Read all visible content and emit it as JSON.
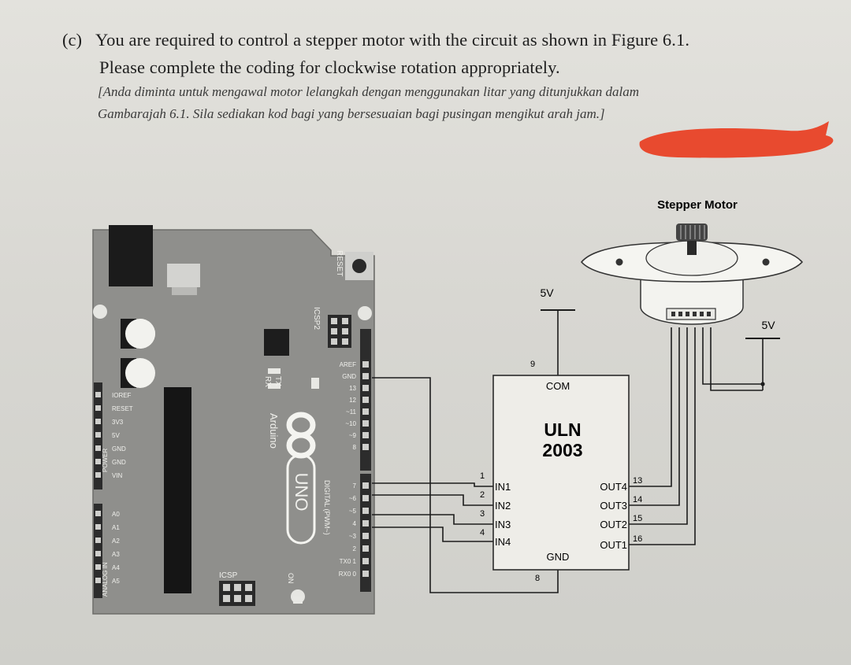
{
  "question": {
    "label": "(c)",
    "english": [
      "You are required to control a stepper motor with the circuit as shown in Figure 6.1.",
      "Please complete the coding for clockwise rotation appropriately."
    ],
    "malay": [
      "[Anda diminta untuk mengawal motor lelangkah dengan menggunakan litar yang ditunjukkan dalam",
      "Gambarajah 6.1. Sila sediakan kod bagi yang bersesuaian bagi pusingan mengikut arah jam.]"
    ]
  },
  "figure": {
    "motor_title": "Stepper Motor",
    "supply_left": "5V",
    "supply_right": "5V",
    "chip": {
      "name_line1": "ULN",
      "name_line2": "2003",
      "com": "COM",
      "gnd": "GND",
      "pin_com": "9",
      "pin_gnd": "8",
      "inputs": [
        {
          "label": "IN1",
          "pin": "1"
        },
        {
          "label": "IN2",
          "pin": "2"
        },
        {
          "label": "IN3",
          "pin": "3"
        },
        {
          "label": "IN4",
          "pin": "4"
        }
      ],
      "outputs": [
        {
          "label": "OUT4",
          "pin": "13"
        },
        {
          "label": "OUT3",
          "pin": "14"
        },
        {
          "label": "OUT2",
          "pin": "15"
        },
        {
          "label": "OUT1",
          "pin": "16"
        }
      ]
    },
    "arduino": {
      "brand": "Arduino",
      "model": "UNO",
      "reset": "RESET",
      "icsp2": "ICSP2",
      "icsp": "ICSP",
      "tx": "TX",
      "rx": "RX",
      "on": "ON",
      "digital": "DIGITAL (PWM~)",
      "power": "POWER",
      "analog": "ANALOG IN",
      "power_pins": [
        "IOREF",
        "RESET",
        "3V3",
        "5V",
        "GND",
        "GND",
        "VIN"
      ],
      "analog_pins": [
        "A0",
        "A1",
        "A2",
        "A3",
        "A4",
        "A5"
      ],
      "digital_pins": [
        "AREF",
        "GND",
        "13",
        "12",
        "~11",
        "~10",
        "~9",
        "8",
        "7",
        "~6",
        "~5",
        "4",
        "~3",
        "2",
        "TX0 1",
        "RX0 0"
      ]
    }
  },
  "colors": {
    "board": "#8c8c89",
    "header": "#2c2c2c",
    "wire": "#1c1c1c",
    "redaction": "#e84a2f"
  }
}
